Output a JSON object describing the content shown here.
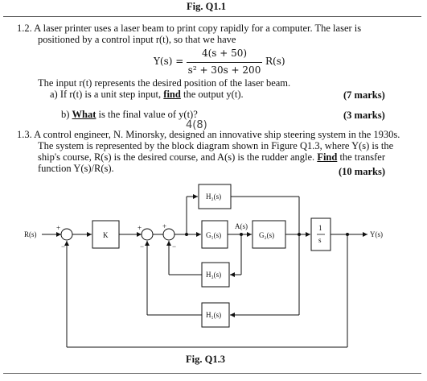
{
  "header": {
    "fig_title": "Fig. Q1.1"
  },
  "q12": {
    "line1": "1.2. A laser printer uses a laser beam to print copy rapidly for a computer. The laser is",
    "line2": "positioned by a control input r(t), so that we have",
    "eq_lhs": "Y(s) =",
    "eq_num": "4(s + 50)",
    "eq_den": "s² + 30s + 200",
    "eq_rhs": "R(s)",
    "line3": "The input r(t) represents the desired position of the laser beam.",
    "a_pre": "a)  If r(t) is a unit step input,",
    "a_find": "find",
    "a_post": "the output y(t).",
    "a_marks": "(7 marks)",
    "b_pre": "b)",
    "b_what": "What",
    "b_post": "is the final value of y(t)?",
    "b_marks": "(3 marks)",
    "b_handwritten": "4(8)"
  },
  "q13": {
    "line1": "1.3. A control engineer, N. Minorsky, designed an innovative ship steering system in the 1930s.",
    "line2": "The system is represented by the block diagram shown in Figure Q1.3, where Y(s) is the",
    "line3_pre": "ship's course, R(s) is the desired course, and A(s) is the rudder angle.",
    "line3_find": "Find",
    "line3_post": "the transfer",
    "line4": "function Y(s)/R(s).",
    "marks": "(10 marks)"
  },
  "diagram": {
    "R": "R(s)",
    "Y": "Y(s)",
    "K": "K",
    "G1": "G₁(s)",
    "G2": "G₂(s)",
    "H1": "H₁(s)",
    "H2": "H₂(s)",
    "H3": "H₃(s)",
    "A": "A(s)",
    "int_num": "1",
    "int_den": "s",
    "plus": "+",
    "minus": "−",
    "caption": "Fig. Q1.3"
  }
}
